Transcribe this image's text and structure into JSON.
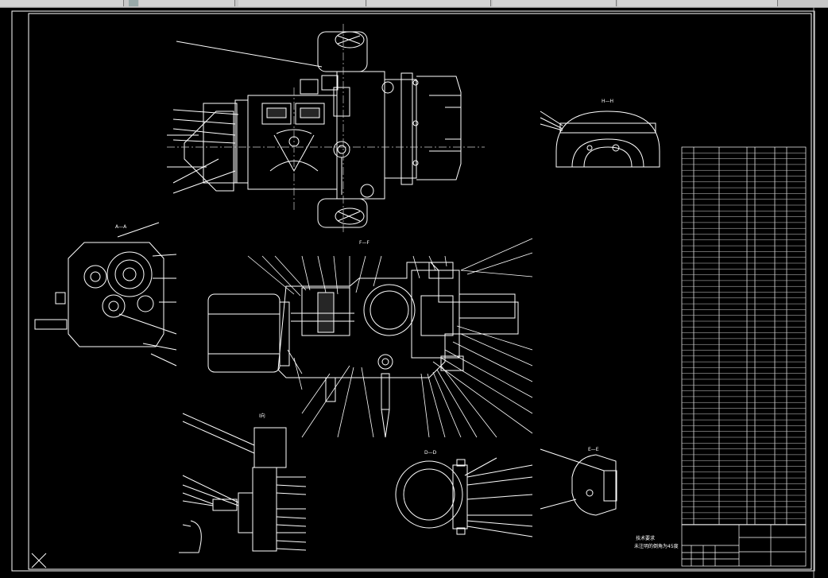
{
  "toolbar": {
    "tabs": [
      "",
      "",
      "",
      "",
      "",
      ""
    ]
  },
  "drawing": {
    "tech_requirements_title": "技术要求",
    "tech_requirements_body": "未注明的倒角为45度",
    "section_a": "A—A",
    "section_f": "F—F",
    "section_e": "E—E",
    "section_h": "H—H",
    "section_d": "D—D",
    "view_i": "I向",
    "ucs_label": "X"
  },
  "colors": {
    "background": "#000000",
    "linework": "#ffffff",
    "dim": "#dcdcdc"
  }
}
